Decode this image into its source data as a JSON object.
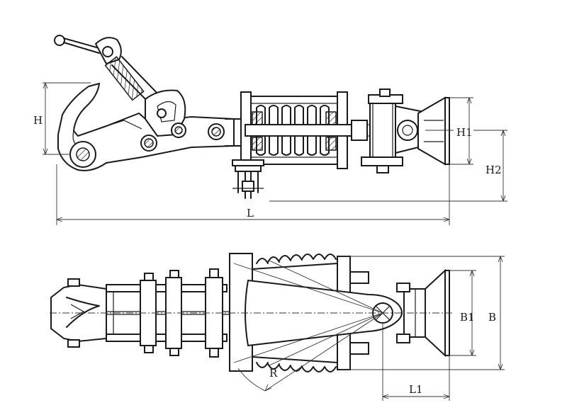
{
  "labels": {
    "H": "H",
    "L": "L",
    "H1": "H1",
    "H2": "H2",
    "B1": "B1",
    "B": "B",
    "R": "R",
    "L1": "L1"
  }
}
